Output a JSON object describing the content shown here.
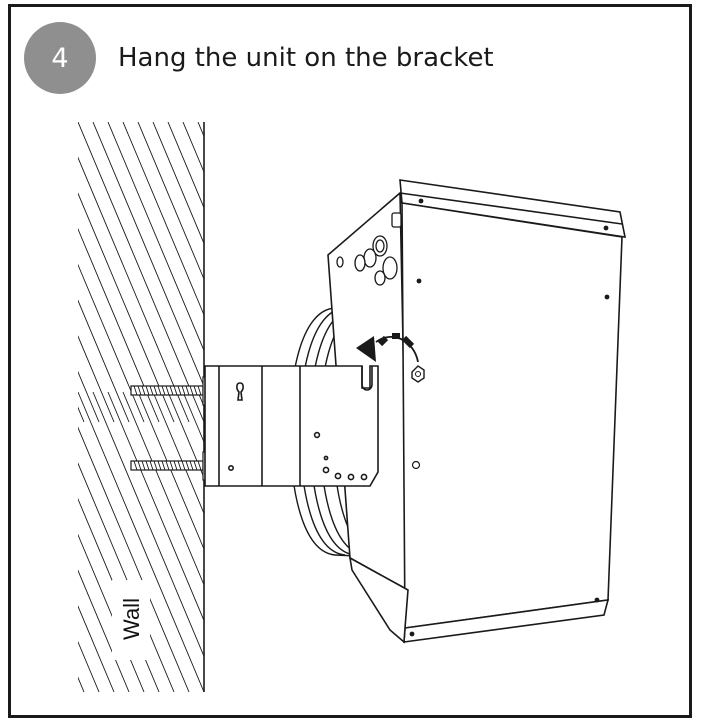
{
  "step": {
    "number": "4",
    "title": "Hang the unit on the bracket"
  },
  "illustration": {
    "wall_label": "Wall"
  },
  "colors": {
    "badge": "#8f8f8f",
    "line": "#1a1a1a",
    "fill": "#ffffff",
    "shade": "#d9d9d9"
  }
}
